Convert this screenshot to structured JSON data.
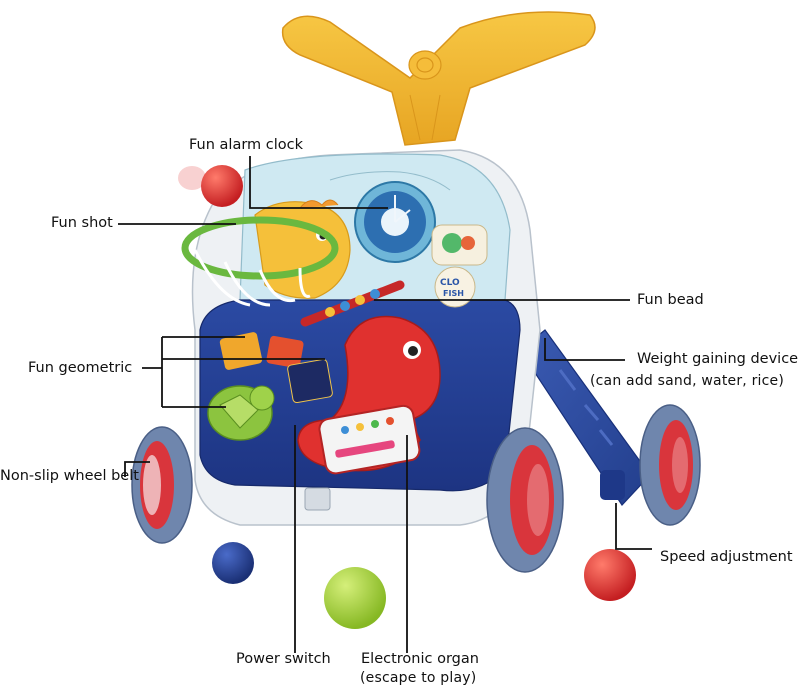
{
  "labels": {
    "fun_alarm_clock": "Fun alarm clock",
    "fun_shot": "Fun shot",
    "fun_bead": "Fun bead",
    "fun_geometric": "Fun geometric",
    "weight_gaining_device": "Weight gaining device",
    "weight_gaining_note": "(can add sand, water, rice)",
    "non_slip_wheel_belt": "Non-slip wheel belt",
    "speed_adjustment": "Speed adjustment",
    "power_switch": "Power switch",
    "electronic_organ": "Electronic organ",
    "electronic_organ_note": "(escape to play)"
  },
  "product_text": {
    "sticker_line1": "CLO",
    "sticker_line2": "FISH"
  },
  "colors": {
    "handle_yellow": "#f2b531",
    "panel_navy": "#233d93",
    "top_light_blue": "#cfe9f2",
    "body_white": "#eef1f4",
    "seahorse_red": "#e0312f",
    "turtle_green": "#8cc43f",
    "wheel_grey_blue": "#6f86ad",
    "wheel_red": "#d9353c",
    "ball_red": "#d82b2b",
    "ball_navy": "#203a8a",
    "ball_green": "#a4cf3c",
    "leader_line": "#111111"
  }
}
